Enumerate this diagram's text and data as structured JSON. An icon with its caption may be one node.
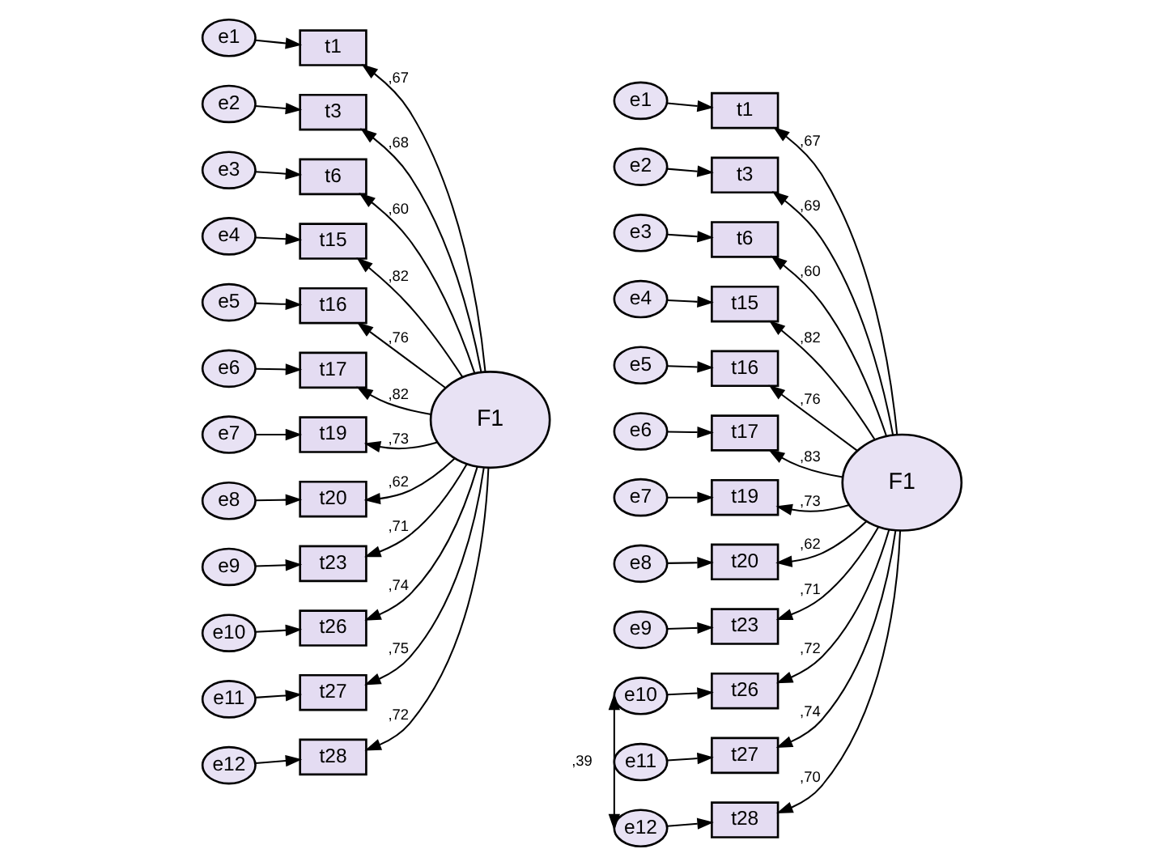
{
  "diagram": {
    "nodes": [
      {
        "text": [
          "e1"
        ]
      },
      {
        "text": [
          "e2"
        ]
      },
      {
        "text": [
          "e3"
        ]
      },
      {
        "text": [
          "e4"
        ]
      },
      {
        "text": [
          "e5"
        ]
      },
      {
        "text": [
          "e6"
        ]
      },
      {
        "text": [
          "e7"
        ]
      },
      {
        "text": [
          "e8"
        ]
      },
      {
        "text": [
          "e9"
        ]
      },
      {
        "text": [
          "e10"
        ]
      },
      {
        "text": [
          "e11"
        ]
      },
      {
        "text": [
          "e12"
        ]
      },
      {
        "text": [
          "t1"
        ]
      },
      {
        "text": [
          "t3"
        ]
      },
      {
        "text": [
          "t6"
        ]
      },
      {
        "text": [
          "t15"
        ]
      },
      {
        "text": [
          "t16"
        ]
      },
      {
        "text": [
          "t17"
        ]
      },
      {
        "text": [
          "t19"
        ]
      },
      {
        "text": [
          "t20"
        ]
      },
      {
        "text": [
          "t23"
        ]
      },
      {
        "text": [
          "t26"
        ]
      },
      {
        "text": [
          "t27"
        ]
      },
      {
        "text": [
          "t28"
        ]
      },
      {
        "text": [
          "F1"
        ]
      },
      {
        "text": [
          "e1"
        ]
      },
      {
        "text": [
          "e2"
        ]
      },
      {
        "text": [
          "e3"
        ]
      },
      {
        "text": [
          "e4"
        ]
      },
      {
        "text": [
          "e5"
        ]
      },
      {
        "text": [
          "e6"
        ]
      },
      {
        "text": [
          "e7"
        ]
      },
      {
        "text": [
          "e8"
        ]
      },
      {
        "text": [
          "e9"
        ]
      },
      {
        "text": [
          "e10"
        ]
      },
      {
        "text": [
          "e11"
        ]
      },
      {
        "text": [
          "e12"
        ]
      },
      {
        "text": [
          "t1"
        ]
      },
      {
        "text": [
          "t3"
        ]
      },
      {
        "text": [
          "t6"
        ]
      },
      {
        "text": [
          "t15"
        ]
      },
      {
        "text": [
          "t16"
        ]
      },
      {
        "text": [
          "t17"
        ]
      },
      {
        "text": [
          "t19"
        ]
      },
      {
        "text": [
          "t20"
        ]
      },
      {
        "text": [
          "t23"
        ]
      },
      {
        "text": [
          "t26"
        ]
      },
      {
        "text": [
          "t27"
        ]
      },
      {
        "text": [
          "t28"
        ]
      },
      {
        "text": [
          "F1"
        ]
      }
    ],
    "edges": [
      {
        "from": 0,
        "to": 12,
        "arrow": "to"
      },
      {
        "from": 1,
        "to": 13,
        "arrow": "to"
      },
      {
        "from": 2,
        "to": 14,
        "arrow": "to"
      },
      {
        "from": 3,
        "to": 15,
        "arrow": "to"
      },
      {
        "from": 4,
        "to": 16,
        "arrow": "to"
      },
      {
        "from": 5,
        "to": 17,
        "arrow": "to"
      },
      {
        "from": 6,
        "to": 18,
        "arrow": "to"
      },
      {
        "from": 7,
        "to": 19,
        "arrow": "to"
      },
      {
        "from": 8,
        "to": 20,
        "arrow": "to"
      },
      {
        "from": 9,
        "to": 21,
        "arrow": "to"
      },
      {
        "from": 10,
        "to": 22,
        "arrow": "to"
      },
      {
        "from": 11,
        "to": 23,
        "arrow": "to"
      },
      {
        "from": 24,
        "to": 12,
        "arrow": "to",
        "label": ",67"
      },
      {
        "from": 24,
        "to": 13,
        "arrow": "to",
        "label": ",68"
      },
      {
        "from": 24,
        "to": 14,
        "arrow": "to",
        "label": ",60"
      },
      {
        "from": 24,
        "to": 15,
        "arrow": "to",
        "label": ",82"
      },
      {
        "from": 24,
        "to": 16,
        "arrow": "to",
        "label": ",76"
      },
      {
        "from": 24,
        "to": 17,
        "arrow": "to",
        "label": ",82"
      },
      {
        "from": 24,
        "to": 18,
        "arrow": "to",
        "label": ",73"
      },
      {
        "from": 24,
        "to": 19,
        "arrow": "to",
        "label": ",62"
      },
      {
        "from": 24,
        "to": 20,
        "arrow": "to",
        "label": ",71"
      },
      {
        "from": 24,
        "to": 21,
        "arrow": "to",
        "label": ",74"
      },
      {
        "from": 24,
        "to": 22,
        "arrow": "to",
        "label": ",75"
      },
      {
        "from": 24,
        "to": 23,
        "arrow": "to",
        "label": ",72"
      },
      {
        "from": 25,
        "to": 37,
        "arrow": "to"
      },
      {
        "from": 26,
        "to": 38,
        "arrow": "to"
      },
      {
        "from": 27,
        "to": 39,
        "arrow": "to"
      },
      {
        "from": 28,
        "to": 40,
        "arrow": "to"
      },
      {
        "from": 29,
        "to": 41,
        "arrow": "to"
      },
      {
        "from": 30,
        "to": 42,
        "arrow": "to"
      },
      {
        "from": 31,
        "to": 43,
        "arrow": "to"
      },
      {
        "from": 32,
        "to": 44,
        "arrow": "to"
      },
      {
        "from": 33,
        "to": 45,
        "arrow": "to"
      },
      {
        "from": 34,
        "to": 46,
        "arrow": "to"
      },
      {
        "from": 35,
        "to": 47,
        "arrow": "to"
      },
      {
        "from": 36,
        "to": 48,
        "arrow": "to"
      },
      {
        "from": 49,
        "to": 37,
        "arrow": "to",
        "label": ",67"
      },
      {
        "from": 49,
        "to": 38,
        "arrow": "to",
        "label": ",69"
      },
      {
        "from": 49,
        "to": 39,
        "arrow": "to",
        "label": ",60"
      },
      {
        "from": 49,
        "to": 40,
        "arrow": "to",
        "label": ",82"
      },
      {
        "from": 49,
        "to": 41,
        "arrow": "to",
        "label": ",76"
      },
      {
        "from": 49,
        "to": 42,
        "arrow": "to",
        "label": ",83"
      },
      {
        "from": 49,
        "to": 43,
        "arrow": "to",
        "label": ",73"
      },
      {
        "from": 49,
        "to": 44,
        "arrow": "to",
        "label": ",62"
      },
      {
        "from": 49,
        "to": 45,
        "arrow": "to",
        "label": ",71"
      },
      {
        "from": 49,
        "to": 46,
        "arrow": "to",
        "label": ",72"
      },
      {
        "from": 49,
        "to": 47,
        "arrow": "to",
        "label": ",74"
      },
      {
        "from": 49,
        "to": 48,
        "arrow": "to",
        "label": ",70"
      },
      {
        "from": 34,
        "to": 36,
        "arrow": "both",
        "label": ",39"
      }
    ]
  }
}
